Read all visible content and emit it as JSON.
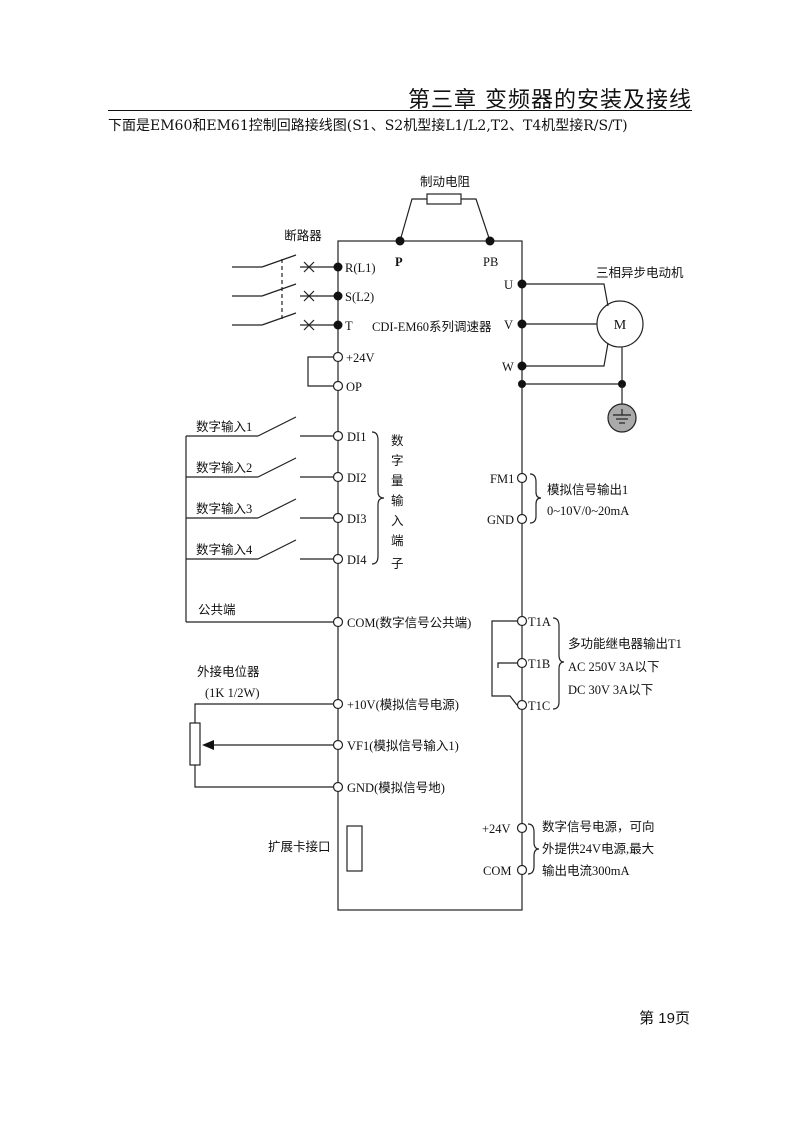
{
  "header": {
    "chapter_title": "第三章  变频器的安装及接线",
    "subtitle": "下面是EM60和EM61控制回路接线图(S1、S2机型接L1/L2,T2、T4机型接R/S/T)"
  },
  "diagram": {
    "brake_resistor": "制动电阻",
    "breaker": "断路器",
    "device_name": "CDI-EM60系列调速器",
    "motor_label": "三相异步电动机",
    "motor_symbol": "M",
    "terminals": {
      "R": "R(L1)",
      "S": "S(L2)",
      "T": "T",
      "P": "P",
      "PB": "PB",
      "U": "U",
      "V": "V",
      "W": "W",
      "plus24": "+24V",
      "OP": "OP",
      "DI1": "DI1",
      "DI2": "DI2",
      "DI3": "DI3",
      "DI4": "DI4",
      "COM": "COM(数字信号公共端)",
      "plus10": "+10V(模拟信号电源)",
      "VF1": "VF1(模拟信号输入1)",
      "GND_analog": "GND(模拟信号地)",
      "FM1": "FM1",
      "GND": "GND",
      "T1A": "T1A",
      "T1B": "T1B",
      "T1C": "T1C",
      "plus24_right": "+24V",
      "COM_right": "COM"
    },
    "inputs": [
      "数字输入1",
      "数字输入2",
      "数字输入3",
      "数字输入4"
    ],
    "common_label": "公共端",
    "di_group_label": [
      "数",
      "字",
      "量",
      "输",
      "入",
      "端",
      "子"
    ],
    "pot_label": "外接电位器",
    "pot_spec": "(1K 1/2W)",
    "expansion": "扩展卡接口",
    "analog_out": [
      "模拟信号输出1",
      "0~10V/0~20mA"
    ],
    "relay_out": [
      "多功能继电器输出T1",
      "AC 250V   3A以下",
      "DC 30V    3A以下"
    ],
    "dc_supply": [
      "数字信号电源，可向",
      "外提供24V电源,最大",
      "输出电流300mA"
    ]
  },
  "footer": {
    "page": "第 19页"
  }
}
